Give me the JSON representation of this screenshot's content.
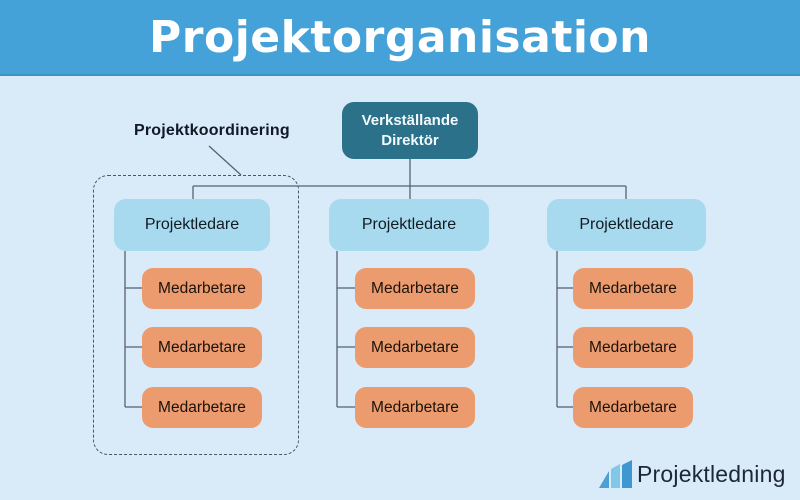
{
  "header": {
    "title": "Projektorganisation"
  },
  "diagram": {
    "ceo_label": "Verkställande Direktör",
    "coordination_label": "Projektkoordinering",
    "columns": [
      {
        "leader": "Projektledare",
        "members": [
          "Medarbetare",
          "Medarbetare",
          "Medarbetare"
        ]
      },
      {
        "leader": "Projektledare",
        "members": [
          "Medarbetare",
          "Medarbetare",
          "Medarbetare"
        ]
      },
      {
        "leader": "Projektledare",
        "members": [
          "Medarbetare",
          "Medarbetare",
          "Medarbetare"
        ]
      }
    ]
  },
  "footer": {
    "brand": "Projektledning",
    "brand_icon": "growth-bars-icon"
  },
  "colors": {
    "header_bg": "#45A2D8",
    "page_bg": "#D9EAF8",
    "ceo_box": "#2B7189",
    "leader_box": "#A7DAEF",
    "member_box": "#EC9B6E",
    "connector": "#59626E",
    "title_text": "#FFFFFF",
    "dark_text": "#121826"
  }
}
